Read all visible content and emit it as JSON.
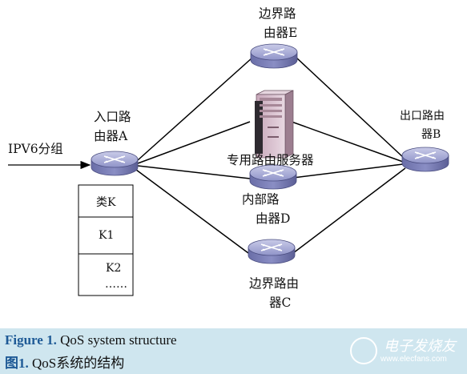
{
  "nodes": {
    "router_e": {
      "line1": "边界路",
      "line2": "由器E"
    },
    "router_a": {
      "line1": "入口路",
      "line2": "由器A"
    },
    "router_b": {
      "line1": "出口路由",
      "line2": "器B"
    },
    "router_d": {
      "line1": "内部路",
      "line2": "由器D"
    },
    "router_c": {
      "line1": "边界路由",
      "line2": "器C"
    },
    "server": {
      "label": "专用路由服务器"
    }
  },
  "input": {
    "label": "IPV6分组"
  },
  "queue": {
    "items": [
      "类K",
      "K1",
      "K2",
      "……"
    ]
  },
  "caption": {
    "en_prefix": "Figure 1.",
    "en_text": " QoS system structure",
    "zh_prefix": "图1.",
    "zh_text": " QoS系统的结构"
  },
  "watermark": {
    "main": "电子发烧友",
    "sub": "www.elecfans.com"
  },
  "colors": {
    "router_fill": "#8a8ec4",
    "caption_bg": "#cfe6ef",
    "caption_accent": "#1e5a96"
  }
}
